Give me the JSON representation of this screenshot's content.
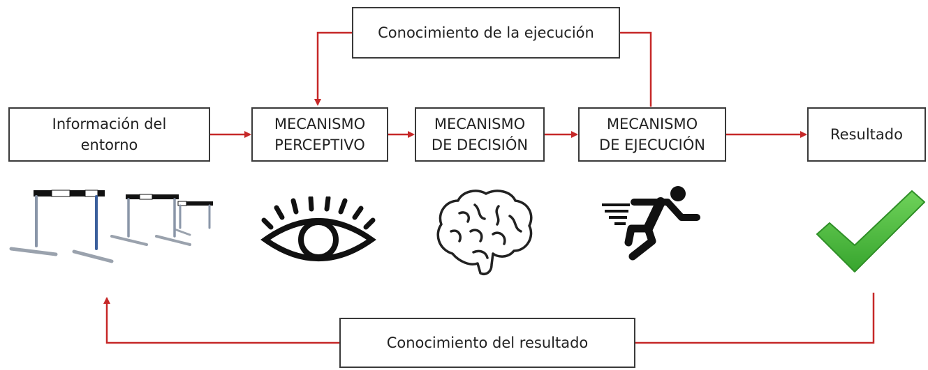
{
  "boxes": {
    "knowledge_execution": "Conocimiento de la ejecución",
    "environment_info": {
      "line1": "Información del",
      "line2": "entorno"
    },
    "perceptive": {
      "line1": "MECANISMO",
      "line2": "PERCEPTIVO"
    },
    "decision": {
      "line1": "MECANISMO",
      "line2": "DE DECISIÓN"
    },
    "execution": {
      "line1": "MECANISMO",
      "line2": "DE EJECUCIÓN"
    },
    "result": "Resultado",
    "knowledge_result": "Conocimiento del resultado"
  },
  "icons": [
    "hurdles-icon",
    "eye-icon",
    "brain-icon",
    "runner-icon",
    "checkmark-icon"
  ],
  "colors": {
    "arrow": "#c62828",
    "border": "#3a3a3a",
    "check": "#4cbb3c"
  }
}
